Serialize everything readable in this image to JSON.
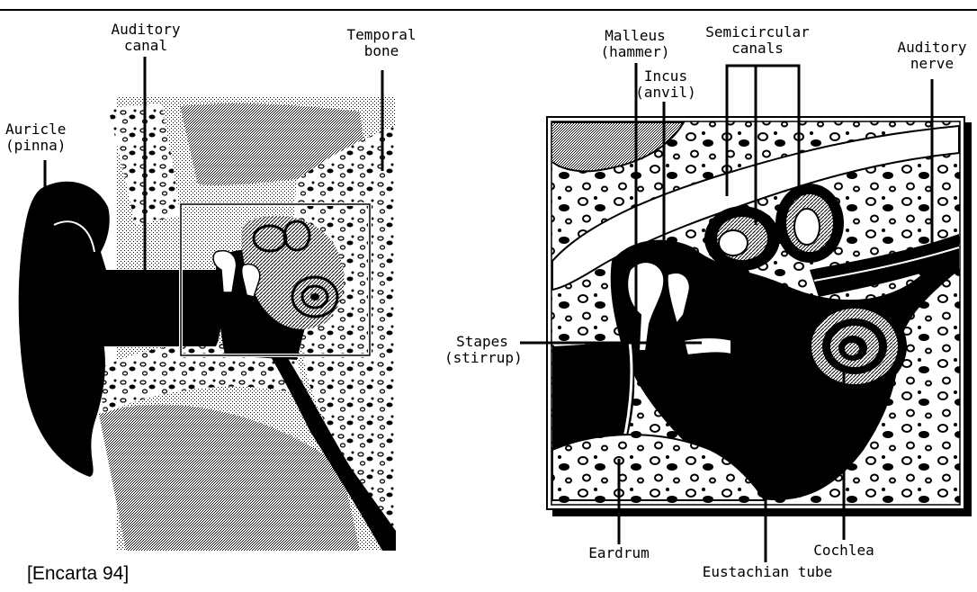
{
  "labels": {
    "auditory_canal": [
      "Auditory",
      "canal"
    ],
    "temporal_bone": [
      "Temporal",
      "bone"
    ],
    "auricle": [
      "Auricle",
      "(pinna)"
    ],
    "malleus": [
      "Malleus",
      "(hammer)"
    ],
    "semicircular_canals": [
      "Semicircular",
      "canals"
    ],
    "auditory_nerve": [
      "Auditory",
      "nerve"
    ],
    "incus": [
      "Incus",
      "(anvil)"
    ],
    "stapes": [
      "Stapes",
      "(stirrup)"
    ],
    "eardrum": "Eardrum",
    "cochlea": "Cochlea",
    "eustachian_tube": "Eustachian tube"
  },
  "caption": "[Encarta 94]"
}
